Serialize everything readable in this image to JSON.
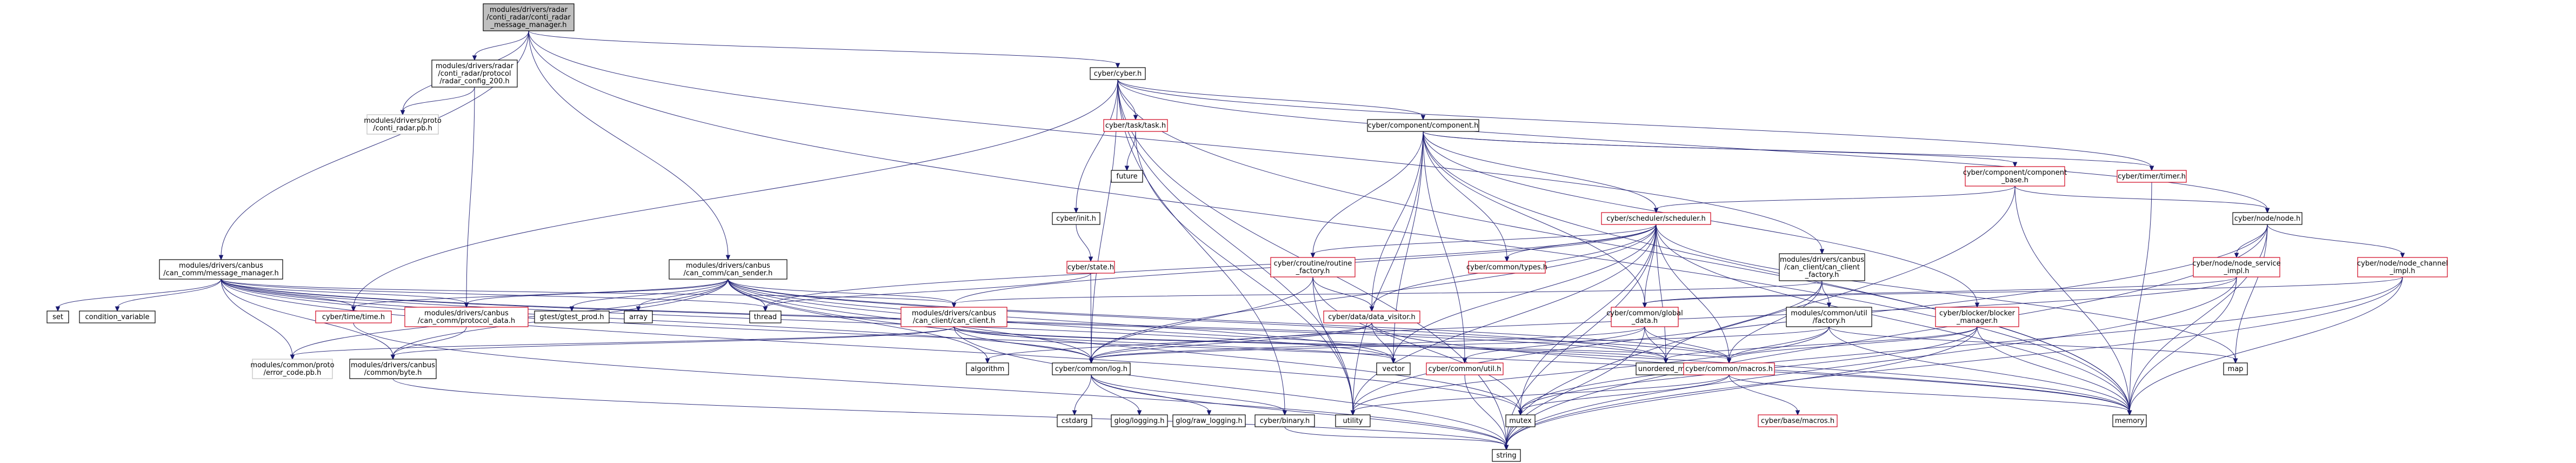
{
  "graph": {
    "colors": {
      "edge": "#191970",
      "red": "#d0021b",
      "grey": "#bfbfbf",
      "root_fill": "#bfbfbf"
    },
    "nodes": [
      {
        "id": "root",
        "lines": [
          "modules/drivers/radar",
          "/conti_radar/conti_radar",
          "_message_manager.h"
        ],
        "style": "root"
      },
      {
        "id": "radar_conf",
        "lines": [
          "modules/drivers/radar",
          "/conti_radar/protocol",
          "/radar_config_200.h"
        ],
        "style": "black"
      },
      {
        "id": "conti_pb",
        "lines": [
          "modules/drivers/proto",
          "/conti_radar.pb.h"
        ],
        "style": "grey"
      },
      {
        "id": "msg_mgr",
        "lines": [
          "modules/drivers/canbus",
          "/can_comm/message_manager.h"
        ],
        "style": "black"
      },
      {
        "id": "can_sender",
        "lines": [
          "modules/drivers/canbus",
          "/can_comm/can_sender.h"
        ],
        "style": "black"
      },
      {
        "id": "cyber",
        "lines": [
          "cyber/cyber.h"
        ],
        "style": "black"
      },
      {
        "id": "task",
        "lines": [
          "cyber/task/task.h"
        ],
        "style": "red"
      },
      {
        "id": "future",
        "lines": [
          "future"
        ],
        "style": "leaf"
      },
      {
        "id": "init",
        "lines": [
          "cyber/init.h"
        ],
        "style": "black"
      },
      {
        "id": "state",
        "lines": [
          "cyber/state.h"
        ],
        "style": "red"
      },
      {
        "id": "component",
        "lines": [
          "cyber/component/component.h"
        ],
        "style": "black"
      },
      {
        "id": "comp_base",
        "lines": [
          "cyber/component/component",
          "_base.h"
        ],
        "style": "red"
      },
      {
        "id": "timer",
        "lines": [
          "cyber/timer/timer.h"
        ],
        "style": "red"
      },
      {
        "id": "node",
        "lines": [
          "cyber/node/node.h"
        ],
        "style": "black"
      },
      {
        "id": "scheduler",
        "lines": [
          "cyber/scheduler/scheduler.h"
        ],
        "style": "red"
      },
      {
        "id": "routine",
        "lines": [
          "cyber/croutine/routine",
          "_factory.h"
        ],
        "style": "red"
      },
      {
        "id": "types",
        "lines": [
          "cyber/common/types.h"
        ],
        "style": "red"
      },
      {
        "id": "can_client_factory",
        "lines": [
          "modules/drivers/canbus",
          "/can_client/can_client",
          "_factory.h"
        ],
        "style": "black"
      },
      {
        "id": "util_factory",
        "lines": [
          "modules/common/util",
          "/factory.h"
        ],
        "style": "black"
      },
      {
        "id": "node_service",
        "lines": [
          "cyber/node/node_service",
          "_impl.h"
        ],
        "style": "red"
      },
      {
        "id": "node_channel",
        "lines": [
          "cyber/node/node_channel",
          "_impl.h"
        ],
        "style": "red"
      },
      {
        "id": "data_visitor",
        "lines": [
          "cyber/data/data_visitor.h"
        ],
        "style": "red"
      },
      {
        "id": "global_data",
        "lines": [
          "cyber/common/global",
          "_data.h"
        ],
        "style": "red"
      },
      {
        "id": "blocker",
        "lines": [
          "cyber/blocker/blocker",
          "_manager.h"
        ],
        "style": "red"
      },
      {
        "id": "can_client",
        "lines": [
          "modules/drivers/canbus",
          "/can_client/can_client.h"
        ],
        "style": "red"
      },
      {
        "id": "protocol_data",
        "lines": [
          "modules/drivers/canbus",
          "/can_comm/protocol_data.h"
        ],
        "style": "red"
      },
      {
        "id": "time",
        "lines": [
          "cyber/time/time.h"
        ],
        "style": "red"
      },
      {
        "id": "set",
        "lines": [
          "set"
        ],
        "style": "leaf"
      },
      {
        "id": "condvar",
        "lines": [
          "condition_variable"
        ],
        "style": "leaf"
      },
      {
        "id": "gtest",
        "lines": [
          "gtest/gtest_prod.h"
        ],
        "style": "leaf"
      },
      {
        "id": "array",
        "lines": [
          "array"
        ],
        "style": "leaf"
      },
      {
        "id": "thread",
        "lines": [
          "thread"
        ],
        "style": "leaf"
      },
      {
        "id": "error_code",
        "lines": [
          "modules/common/proto",
          "/error_code.pb.h"
        ],
        "style": "grey"
      },
      {
        "id": "byte",
        "lines": [
          "modules/drivers/canbus",
          "/common/byte.h"
        ],
        "style": "black"
      },
      {
        "id": "log",
        "lines": [
          "cyber/common/log.h"
        ],
        "style": "black"
      },
      {
        "id": "algorithm",
        "lines": [
          "algorithm"
        ],
        "style": "leaf"
      },
      {
        "id": "vector",
        "lines": [
          "vector"
        ],
        "style": "leaf"
      },
      {
        "id": "util",
        "lines": [
          "cyber/common/util.h"
        ],
        "style": "red"
      },
      {
        "id": "unordered_map",
        "lines": [
          "unordered_map"
        ],
        "style": "leaf"
      },
      {
        "id": "macros",
        "lines": [
          "cyber/common/macros.h"
        ],
        "style": "red"
      },
      {
        "id": "map",
        "lines": [
          "map"
        ],
        "style": "leaf"
      },
      {
        "id": "cstdarg",
        "lines": [
          "cstdarg"
        ],
        "style": "leaf"
      },
      {
        "id": "glog",
        "lines": [
          "glog/logging.h"
        ],
        "style": "leaf"
      },
      {
        "id": "glog_raw",
        "lines": [
          "glog/raw_logging.h"
        ],
        "style": "leaf"
      },
      {
        "id": "binary",
        "lines": [
          "cyber/binary.h"
        ],
        "style": "black"
      },
      {
        "id": "utility",
        "lines": [
          "utility"
        ],
        "style": "leaf"
      },
      {
        "id": "mutex",
        "lines": [
          "mutex"
        ],
        "style": "leaf"
      },
      {
        "id": "base_macros",
        "lines": [
          "cyber/base/macros.h"
        ],
        "style": "red"
      },
      {
        "id": "memory",
        "lines": [
          "memory"
        ],
        "style": "leaf"
      },
      {
        "id": "string",
        "lines": [
          "string"
        ],
        "style": "leaf"
      }
    ],
    "edges": [
      [
        "root",
        "radar_conf"
      ],
      [
        "root",
        "conti_pb"
      ],
      [
        "root",
        "msg_mgr"
      ],
      [
        "root",
        "can_sender"
      ],
      [
        "root",
        "cyber"
      ],
      [
        "root",
        "can_client_factory"
      ],
      [
        "root",
        "memory"
      ],
      [
        "radar_conf",
        "conti_pb"
      ],
      [
        "radar_conf",
        "protocol_data"
      ],
      [
        "cyber",
        "task"
      ],
      [
        "cyber",
        "init"
      ],
      [
        "cyber",
        "component"
      ],
      [
        "cyber",
        "node"
      ],
      [
        "cyber",
        "timer"
      ],
      [
        "cyber",
        "time"
      ],
      [
        "cyber",
        "log"
      ],
      [
        "cyber",
        "binary"
      ],
      [
        "cyber",
        "memory"
      ],
      [
        "cyber",
        "string"
      ],
      [
        "cyber",
        "utility"
      ],
      [
        "task",
        "future"
      ],
      [
        "task",
        "utility"
      ],
      [
        "init",
        "state"
      ],
      [
        "state",
        "log"
      ],
      [
        "state",
        "thread"
      ],
      [
        "component",
        "comp_base"
      ],
      [
        "component",
        "scheduler"
      ],
      [
        "component",
        "routine"
      ],
      [
        "component",
        "types"
      ],
      [
        "component",
        "data_visitor"
      ],
      [
        "component",
        "global_data"
      ],
      [
        "component",
        "util"
      ],
      [
        "component",
        "vector"
      ],
      [
        "component",
        "memory"
      ],
      [
        "component",
        "utility"
      ],
      [
        "component",
        "blocker"
      ],
      [
        "component",
        "timer"
      ],
      [
        "comp_base",
        "node"
      ],
      [
        "comp_base",
        "scheduler"
      ],
      [
        "comp_base",
        "memory"
      ],
      [
        "comp_base",
        "string"
      ],
      [
        "timer",
        "memory"
      ],
      [
        "node",
        "node_service"
      ],
      [
        "node",
        "node_channel"
      ],
      [
        "node",
        "map"
      ],
      [
        "node",
        "memory"
      ],
      [
        "node",
        "string"
      ],
      [
        "node",
        "utility"
      ],
      [
        "scheduler",
        "routine"
      ],
      [
        "scheduler",
        "global_data"
      ],
      [
        "scheduler",
        "macros"
      ],
      [
        "scheduler",
        "types"
      ],
      [
        "scheduler",
        "thread"
      ],
      [
        "scheduler",
        "vector"
      ],
      [
        "scheduler",
        "unordered_map"
      ],
      [
        "scheduler",
        "mutex"
      ],
      [
        "scheduler",
        "log"
      ],
      [
        "scheduler",
        "map"
      ],
      [
        "scheduler",
        "memory"
      ],
      [
        "scheduler",
        "string"
      ],
      [
        "scheduler",
        "utility"
      ],
      [
        "scheduler",
        "can_client"
      ],
      [
        "scheduler",
        "data_visitor"
      ],
      [
        "routine",
        "data_visitor"
      ],
      [
        "routine",
        "log"
      ],
      [
        "routine",
        "utility"
      ],
      [
        "routine",
        "mutex"
      ],
      [
        "data_visitor",
        "log"
      ],
      [
        "data_visitor",
        "vector"
      ],
      [
        "data_visitor",
        "algorithm"
      ],
      [
        "data_visitor",
        "memory"
      ],
      [
        "global_data",
        "macros"
      ],
      [
        "global_data",
        "util"
      ],
      [
        "global_data",
        "unordered_map"
      ],
      [
        "global_data",
        "log"
      ],
      [
        "global_data",
        "string"
      ],
      [
        "can_client_factory",
        "util_factory"
      ],
      [
        "can_client_factory",
        "can_client"
      ],
      [
        "can_client_factory",
        "macros"
      ],
      [
        "can_client_factory",
        "unordered_map"
      ],
      [
        "util_factory",
        "macros"
      ],
      [
        "util_factory",
        "log"
      ],
      [
        "util_factory",
        "map"
      ],
      [
        "util_factory",
        "memory"
      ],
      [
        "util_factory",
        "utility"
      ],
      [
        "node_service",
        "global_data"
      ],
      [
        "node_service",
        "memory"
      ],
      [
        "node_service",
        "string"
      ],
      [
        "node_service",
        "log"
      ],
      [
        "node_channel",
        "global_data"
      ],
      [
        "node_channel",
        "memory"
      ],
      [
        "node_channel",
        "string"
      ],
      [
        "node_channel",
        "mutex"
      ],
      [
        "blocker",
        "macros"
      ],
      [
        "blocker",
        "memory"
      ],
      [
        "blocker",
        "string"
      ],
      [
        "blocker",
        "unordered_map"
      ],
      [
        "blocker",
        "mutex"
      ],
      [
        "msg_mgr",
        "time"
      ],
      [
        "msg_mgr",
        "protocol_data"
      ],
      [
        "msg_mgr",
        "set"
      ],
      [
        "msg_mgr",
        "condvar"
      ],
      [
        "msg_mgr",
        "error_code"
      ],
      [
        "msg_mgr",
        "byte"
      ],
      [
        "msg_mgr",
        "log"
      ],
      [
        "msg_mgr",
        "thread"
      ],
      [
        "msg_mgr",
        "mutex"
      ],
      [
        "msg_mgr",
        "memory"
      ],
      [
        "msg_mgr",
        "vector"
      ],
      [
        "msg_mgr",
        "unordered_map"
      ],
      [
        "msg_mgr",
        "macros"
      ],
      [
        "msg_mgr",
        "can_client"
      ],
      [
        "can_sender",
        "can_client"
      ],
      [
        "can_sender",
        "protocol_data"
      ],
      [
        "can_sender",
        "gtest"
      ],
      [
        "can_sender",
        "array"
      ],
      [
        "can_sender",
        "thread"
      ],
      [
        "can_sender",
        "time"
      ],
      [
        "can_sender",
        "log"
      ],
      [
        "can_sender",
        "algorithm"
      ],
      [
        "can_sender",
        "vector"
      ],
      [
        "can_sender",
        "memory"
      ],
      [
        "can_sender",
        "mutex"
      ],
      [
        "can_sender",
        "unordered_map"
      ],
      [
        "can_sender",
        "macros"
      ],
      [
        "can_sender",
        "error_code"
      ],
      [
        "can_sender",
        "byte"
      ],
      [
        "can_client",
        "log"
      ],
      [
        "can_client",
        "byte"
      ],
      [
        "can_client",
        "error_code"
      ],
      [
        "can_client",
        "vector"
      ],
      [
        "can_client",
        "string"
      ],
      [
        "can_client",
        "unordered_map"
      ],
      [
        "can_client",
        "macros"
      ],
      [
        "protocol_data",
        "byte"
      ],
      [
        "time",
        "string"
      ],
      [
        "byte",
        "string"
      ],
      [
        "log",
        "cstdarg"
      ],
      [
        "log",
        "glog"
      ],
      [
        "log",
        "glog_raw"
      ],
      [
        "log",
        "binary"
      ],
      [
        "log",
        "string"
      ],
      [
        "binary",
        "string"
      ],
      [
        "util",
        "string"
      ],
      [
        "macros",
        "base_macros"
      ],
      [
        "macros",
        "memory"
      ],
      [
        "macros",
        "utility"
      ],
      [
        "macros",
        "mutex"
      ]
    ]
  }
}
